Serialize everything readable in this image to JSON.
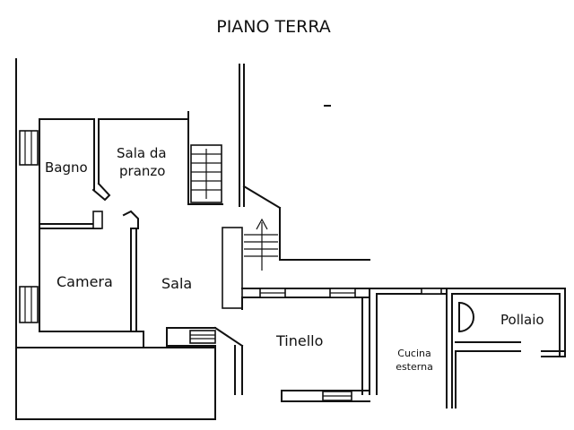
{
  "plan": {
    "title": "PIANO TERRA",
    "rooms": {
      "bagno": "Bagno",
      "sala_da_pranzo_line1": "Sala da",
      "sala_da_pranzo_line2": "pranzo",
      "camera": "Camera",
      "sala": "Sala",
      "tinello": "Tinello",
      "cucina_esterna_line1": "Cucina",
      "cucina_esterna_line2": "esterna",
      "pollaio": "Pollaio"
    }
  },
  "colors": {
    "ink": "#111111",
    "paper": "#ffffff"
  }
}
